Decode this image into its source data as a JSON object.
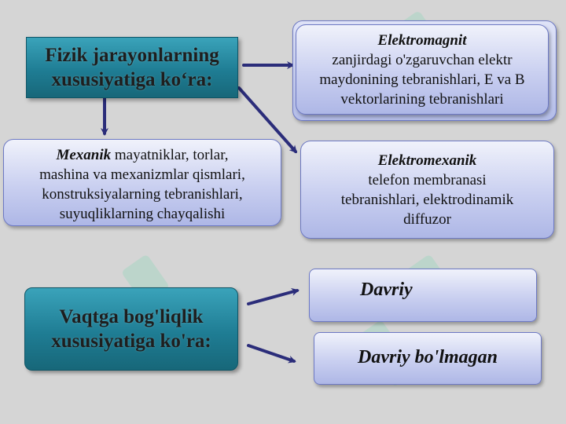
{
  "colors": {
    "background": "#d5d5d5",
    "teal_box": "#2a8fa6",
    "blue_box": "#c9cff0",
    "arrow": "#2b2d7a"
  },
  "top_root": {
    "line1": "Fizik jarayonlarning",
    "line2": "xususiyatiga ko‘ra:"
  },
  "elektromagnit": {
    "title": "Elektromagnit",
    "line1": "zanjirdagi o'zgaruvchan elektr",
    "line2": "maydonining tebranishlari, E va B",
    "line3": "vektorlarining tebranishlari"
  },
  "mexanik": {
    "title": "Mexanik",
    "line1_rest": " mayatniklar, torlar,",
    "line2": "mashina va mexanizmlar qismlari,",
    "line3": "konstruksiyalarning tebranishlari,",
    "line4": "suyuqliklarning chayqalishi"
  },
  "elektromexanik": {
    "title": "Elektromexanik",
    "line1": "telefon membranasi",
    "line2": "tebranishlari, elektrodinamik",
    "line3": "diffuzor"
  },
  "bottom_root": {
    "line1": "Vaqtga bog'liqlik",
    "line2": "xususiyatiga ko'ra:"
  },
  "davriy": "Davriy",
  "davriy_bolmagan": "Davriy bo'lmagan",
  "watermark_icon": "soft-logo-watermark"
}
